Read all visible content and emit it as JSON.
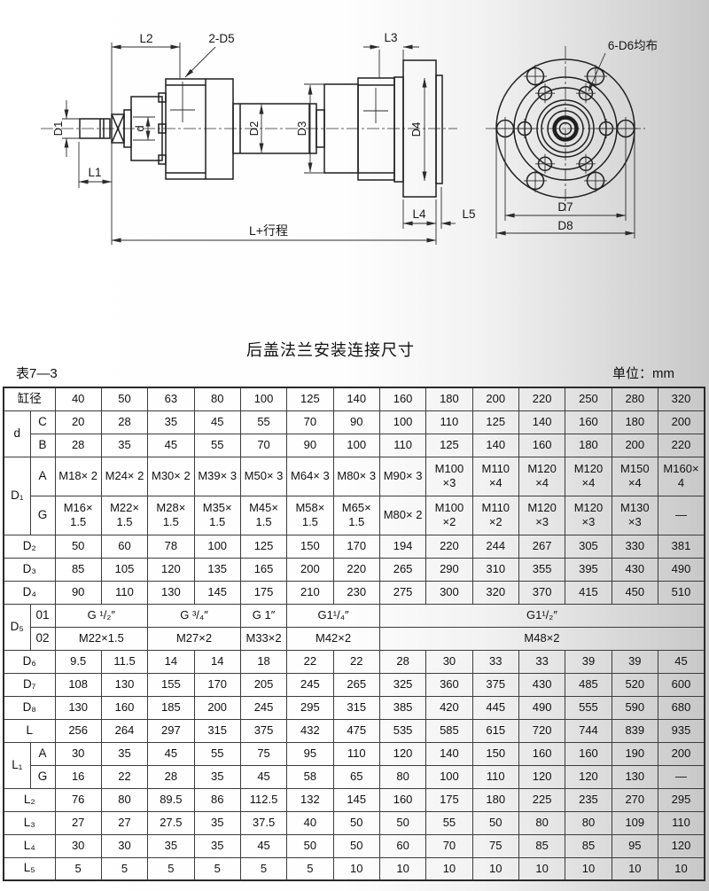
{
  "header": {
    "title": "后盖法兰安装连接尺寸",
    "table_no": "表7—3",
    "unit_label": "单位：mm"
  },
  "colors": {
    "line": "#2b2b2b",
    "text": "#151515",
    "bg_right_shade": "#c7c7c7"
  },
  "drawing": {
    "labels": {
      "l2": "L2",
      "d5_note": "2-D5",
      "l3": "L3",
      "d6_note": "6-D6均布",
      "d1": "D1",
      "d": "d",
      "d2": "D2",
      "d3": "D3",
      "d4": "D4",
      "l1": "L1",
      "l4": "L4",
      "l5": "L5",
      "stroke_total": "L+行程",
      "d7": "D7",
      "d8": "D8"
    }
  },
  "table": {
    "bore_label": "缸径",
    "rows": [
      {
        "label": "缸径",
        "cells": [
          "40",
          "50",
          "63",
          "80",
          "100",
          "125",
          "140",
          "160",
          "180",
          "200",
          "220",
          "250",
          "280",
          "320"
        ]
      },
      {
        "group": "d",
        "groupSpan": 2,
        "sub": "C",
        "cells": [
          "20",
          "28",
          "35",
          "45",
          "55",
          "70",
          "90",
          "100",
          "110",
          "125",
          "140",
          "160",
          "180",
          "200"
        ]
      },
      {
        "sub": "B",
        "cells": [
          "28",
          "35",
          "45",
          "55",
          "70",
          "90",
          "100",
          "110",
          "125",
          "140",
          "160",
          "180",
          "200",
          "220"
        ]
      },
      {
        "group": "D₁",
        "groupSpan": 2,
        "sub": "A",
        "tall": true,
        "cells": [
          "M18× 2",
          "M24× 2",
          "M30× 2",
          "M39× 3",
          "M50× 3",
          "M64× 3",
          "M80× 3",
          "M90× 3",
          "M100 ×3",
          "M110 ×4",
          "M120 ×4",
          "M120 ×4",
          "M150 ×4",
          "M160× 4"
        ]
      },
      {
        "sub": "G",
        "tall": true,
        "cells": [
          "M16× 1.5",
          "M22× 1.5",
          "M28× 1.5",
          "M35× 1.5",
          "M45× 1.5",
          "M58× 1.5",
          "M65× 1.5",
          "M80× 2",
          "M100 ×2",
          "M110 ×2",
          "M120 ×3",
          "M120 ×3",
          "M130 ×3",
          "—"
        ]
      },
      {
        "label": "D₂",
        "cells": [
          "50",
          "60",
          "78",
          "100",
          "125",
          "150",
          "170",
          "194",
          "220",
          "244",
          "267",
          "305",
          "330",
          "381"
        ]
      },
      {
        "label": "D₃",
        "cells": [
          "85",
          "105",
          "120",
          "135",
          "165",
          "200",
          "220",
          "265",
          "290",
          "310",
          "355",
          "395",
          "430",
          "490"
        ]
      },
      {
        "label": "D₄",
        "cells": [
          "90",
          "110",
          "130",
          "145",
          "175",
          "210",
          "230",
          "275",
          "300",
          "320",
          "370",
          "415",
          "450",
          "510"
        ]
      },
      {
        "group": "D₅",
        "groupSpan": 2,
        "sub": "01",
        "cells": [
          {
            "t": "G ¹/₂″",
            "cs": 2
          },
          {
            "t": "G ³/₄″",
            "cs": 2
          },
          {
            "t": "G 1″",
            "cs": 1
          },
          {
            "t": "G1¹/₄″",
            "cs": 2
          },
          {
            "t": "G1¹/₂″",
            "cs": 7
          }
        ]
      },
      {
        "sub": "02",
        "cells": [
          {
            "t": "M22×1.5",
            "cs": 2
          },
          {
            "t": "M27×2",
            "cs": 2
          },
          {
            "t": "M33×2",
            "cs": 1
          },
          {
            "t": "M42×2",
            "cs": 2
          },
          {
            "t": "M48×2",
            "cs": 7
          }
        ]
      },
      {
        "label": "D₆",
        "cells": [
          "9.5",
          "11.5",
          "14",
          "14",
          "18",
          "22",
          "22",
          "28",
          "30",
          "33",
          "33",
          "39",
          "39",
          "45"
        ]
      },
      {
        "label": "D₇",
        "cells": [
          "108",
          "130",
          "155",
          "170",
          "205",
          "245",
          "265",
          "325",
          "360",
          "375",
          "430",
          "485",
          "520",
          "600"
        ]
      },
      {
        "label": "D₈",
        "cells": [
          "130",
          "160",
          "185",
          "200",
          "245",
          "295",
          "315",
          "385",
          "420",
          "445",
          "490",
          "555",
          "590",
          "680"
        ]
      },
      {
        "label": "L",
        "cells": [
          "256",
          "264",
          "297",
          "315",
          "375",
          "432",
          "475",
          "535",
          "585",
          "615",
          "720",
          "744",
          "839",
          "935"
        ]
      },
      {
        "group": "L₁",
        "groupSpan": 2,
        "sub": "A",
        "cells": [
          "30",
          "35",
          "45",
          "55",
          "75",
          "95",
          "110",
          "120",
          "140",
          "150",
          "160",
          "160",
          "190",
          "200"
        ]
      },
      {
        "sub": "G",
        "cells": [
          "16",
          "22",
          "28",
          "35",
          "45",
          "58",
          "65",
          "80",
          "100",
          "110",
          "120",
          "120",
          "130",
          "—"
        ]
      },
      {
        "label": "L₂",
        "cells": [
          "76",
          "80",
          "89.5",
          "86",
          "112.5",
          "132",
          "145",
          "160",
          "175",
          "180",
          "225",
          "235",
          "270",
          "295"
        ]
      },
      {
        "label": "L₃",
        "cells": [
          "27",
          "27",
          "27.5",
          "35",
          "37.5",
          "40",
          "50",
          "50",
          "55",
          "50",
          "80",
          "80",
          "109",
          "110"
        ]
      },
      {
        "label": "L₄",
        "cells": [
          "30",
          "30",
          "35",
          "35",
          "45",
          "50",
          "50",
          "60",
          "70",
          "75",
          "85",
          "85",
          "95",
          "120"
        ]
      },
      {
        "label": "L₅",
        "cells": [
          "5",
          "5",
          "5",
          "5",
          "5",
          "5",
          "10",
          "10",
          "10",
          "10",
          "10",
          "10",
          "10",
          "10"
        ]
      }
    ]
  }
}
